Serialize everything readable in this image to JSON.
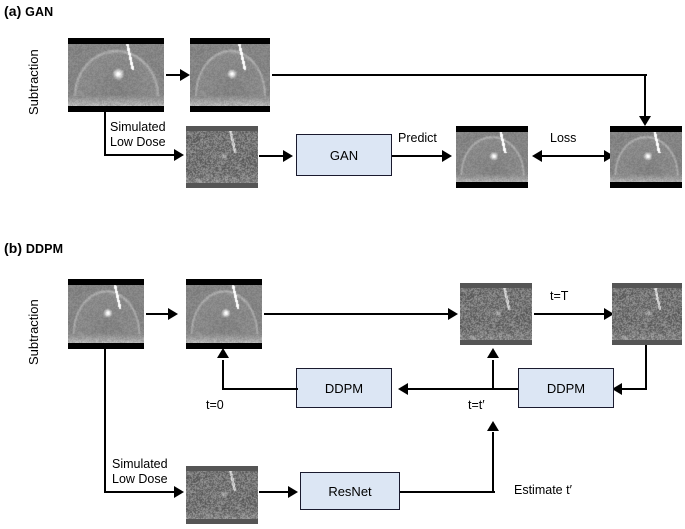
{
  "figure": {
    "panels": [
      {
        "tag": "(a)",
        "name": "GAN",
        "axis_label": "Subtraction",
        "box_label": "GAN",
        "labels": {
          "simulated_low_dose": "Simulated\nLow Dose",
          "simulated_line1": "Simulated",
          "simulated_line2": "Low Dose",
          "predict": "Predict",
          "loss": "Loss"
        }
      },
      {
        "tag": "(b)",
        "name": "DDPM",
        "axis_label": "Subtraction",
        "box_label_left": "DDPM",
        "box_label_right": "DDPM",
        "resnet_label": "ResNet",
        "labels": {
          "simulated_line1": "Simulated",
          "simulated_line2": "Low Dose",
          "t_zero": "t=0",
          "t_prime": "t=t′",
          "t_capital": "t=T",
          "estimate": "Estimate t′"
        }
      }
    ],
    "colors": {
      "box_fill": "#dce6f4",
      "box_border": "#1a1a2e",
      "arrow": "#000000",
      "image_bar": "#000000",
      "noisy_bar": "#555555"
    },
    "image_captions": {
      "subtraction": "subtraction-mammogram",
      "low_dose": "simulated-low-dose-mammogram",
      "noisy": "noisy-diffusion-mammogram"
    }
  }
}
